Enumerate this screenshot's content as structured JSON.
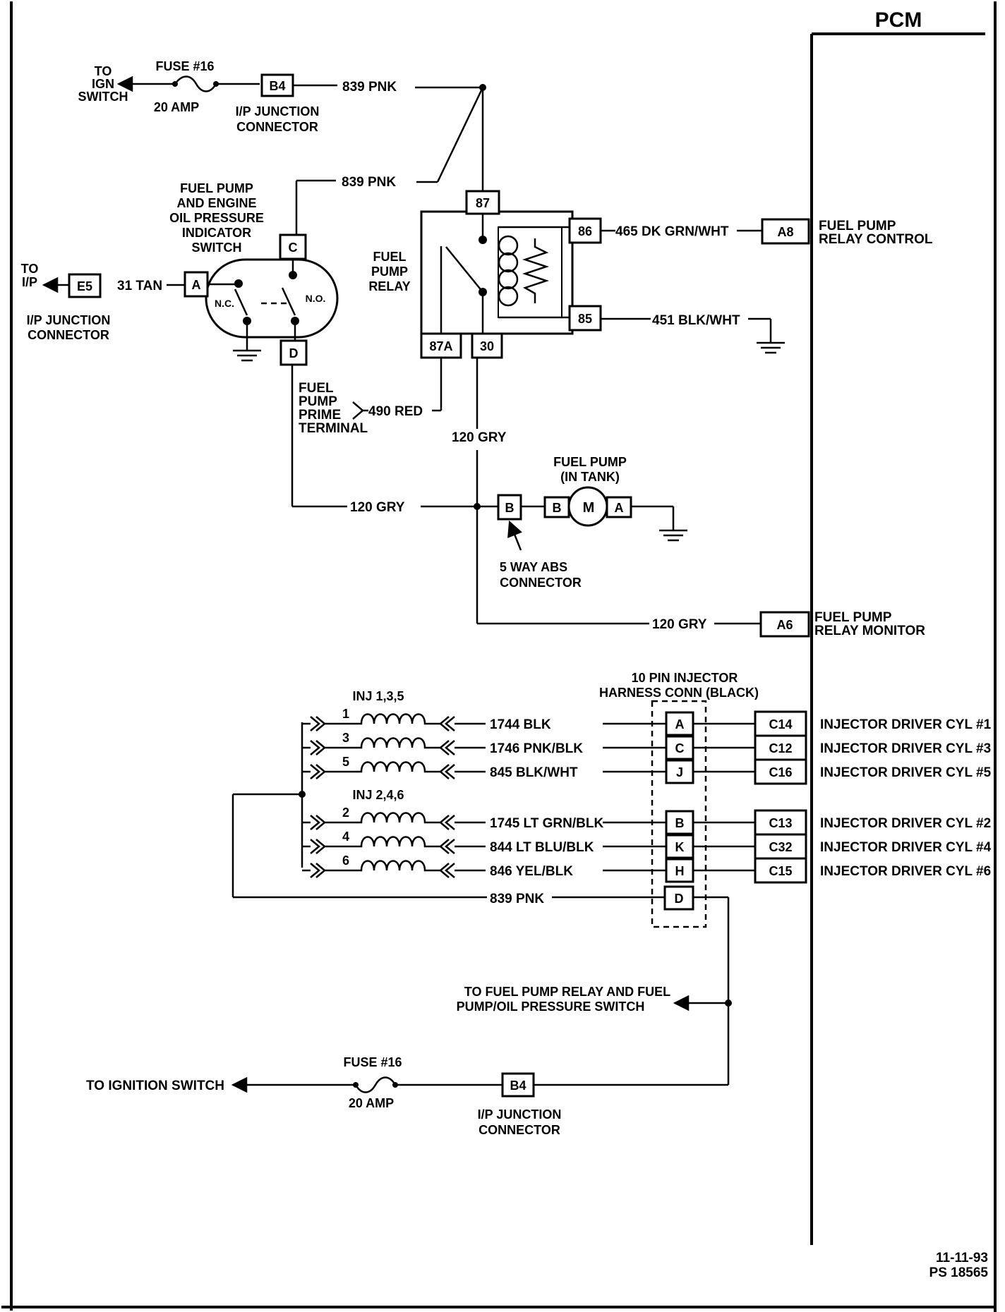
{
  "pcm": {
    "title": "PCM"
  },
  "top_fuse": {
    "to_label": [
      "TO",
      "IGN",
      "SWITCH"
    ],
    "fuse_name": "FUSE #16",
    "fuse_rating": "20 AMP",
    "connector": "B4",
    "connector_label": [
      "I/P JUNCTION",
      "CONNECTOR"
    ],
    "wire_1": "839 PNK",
    "wire_2": "839 PNK"
  },
  "oil_switch": {
    "label": [
      "FUEL PUMP",
      "AND ENGINE",
      "OIL PRESSURE",
      "INDICATOR",
      "SWITCH"
    ],
    "terminal_c": "C",
    "terminal_a": "A",
    "terminal_d": "D",
    "nc": "N.C.",
    "no": "N.O.",
    "to_label": [
      "TO",
      "I/P"
    ],
    "connector": "E5",
    "wire": "31 TAN",
    "connector_label": [
      "I/P JUNCTION",
      "CONNECTOR"
    ]
  },
  "relay": {
    "label": [
      "FUEL",
      "PUMP",
      "RELAY"
    ],
    "t87": "87",
    "t86": "86",
    "t85": "85",
    "t87a": "87A",
    "t30": "30",
    "wire_86": "465 DK GRN/WHT",
    "wire_85": "451 BLK/WHT",
    "pcm_a8": "A8",
    "a8_label": [
      "FUEL PUMP",
      "RELAY CONTROL"
    ]
  },
  "prime": {
    "label": [
      "FUEL",
      "PUMP",
      "PRIME",
      "TERMINAL"
    ],
    "wire": "490 RED"
  },
  "pump": {
    "wire_30": "120 GRY",
    "wire_switch": "120 GRY",
    "label": [
      "FUEL PUMP",
      "(IN TANK)"
    ],
    "abs_terminal": "B",
    "pump_b": "B",
    "pump_m": "M",
    "pump_a": "A",
    "abs_label": [
      "5 WAY ABS",
      "CONNECTOR"
    ],
    "monitor_wire": "120 GRY",
    "pcm_a6": "A6",
    "a6_label": [
      "FUEL PUMP",
      "RELAY MONITOR"
    ]
  },
  "injectors": {
    "harness_label": [
      "10 PIN INJECTOR",
      "HARNESS CONN (BLACK)"
    ],
    "bank1_label": "INJ 1,3,5",
    "bank2_label": "INJ 2,4,6",
    "rows": [
      {
        "num": "1",
        "wire": "1744 BLK",
        "pin": "A",
        "pcm": "C14",
        "desc": "INJECTOR DRIVER CYL #1"
      },
      {
        "num": "3",
        "wire": "1746 PNK/BLK",
        "pin": "C",
        "pcm": "C12",
        "desc": "INJECTOR DRIVER CYL #3"
      },
      {
        "num": "5",
        "wire": "845 BLK/WHT",
        "pin": "J",
        "pcm": "C16",
        "desc": "INJECTOR DRIVER CYL #5"
      },
      {
        "num": "2",
        "wire": "1745 LT GRN/BLK",
        "pin": "B",
        "pcm": "C13",
        "desc": "INJECTOR DRIVER CYL #2"
      },
      {
        "num": "4",
        "wire": "844 LT BLU/BLK",
        "pin": "K",
        "pcm": "C32",
        "desc": "INJECTOR DRIVER CYL #4"
      },
      {
        "num": "6",
        "wire": "846 YEL/BLK",
        "pin": "H",
        "pcm": "C15",
        "desc": "INJECTOR DRIVER CYL #6"
      }
    ],
    "feed_wire": "839 PNK",
    "feed_pin": "D"
  },
  "bottom": {
    "to_relay": [
      "TO FUEL PUMP RELAY AND FUEL",
      "PUMP/OIL PRESSURE SWITCH"
    ],
    "fuse_name": "FUSE #16",
    "fuse_rating": "20 AMP",
    "to_ignition": "TO IGNITION SWITCH",
    "connector": "B4",
    "connector_label": [
      "I/P JUNCTION",
      "CONNECTOR"
    ]
  },
  "footer": {
    "date": "11-11-93",
    "code": "PS 18565"
  }
}
